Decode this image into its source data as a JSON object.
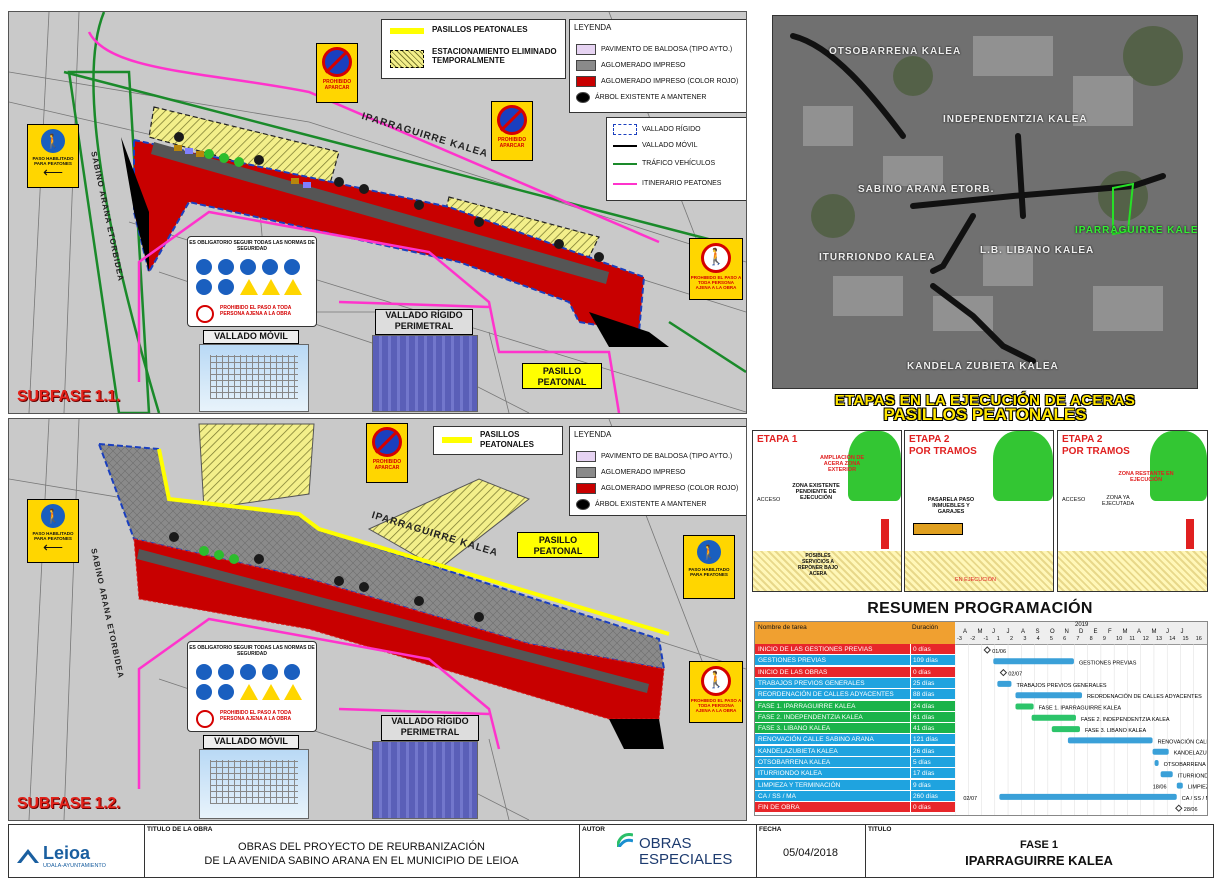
{
  "subfase1": {
    "title": "SUBFASE 1.1.",
    "legend_top": {
      "pasillos": "PASILLOS PEATONALES",
      "estacionamiento": "ESTACIONAMIENTO ELIMINADO TEMPORALMENTE"
    },
    "legend": {
      "title": "LEYENDA",
      "items": [
        "PAVIMENTO DE BALDOSA (TIPO AYTO.)",
        "AGLOMERADO IMPRESO",
        "AGLOMERADO IMPRESO (COLOR ROJO)",
        "ÁRBOL EXISTENTE A MANTENER"
      ]
    },
    "legend2": {
      "items": [
        "VALLADO RÍGIDO",
        "VALLADO MÓVIL",
        "TRÁFICO VEHÍCULOS",
        "ITINERARIO PEATONES"
      ]
    },
    "street_iparraguirre": "IPARRAGUIRRE KALEA",
    "street_sabino": "SABINO ARANA ETORBIDEA",
    "prohibido": "PROHIBIDO APARCAR",
    "paso": "PASO HABILITADO PARA PEATONES",
    "prohibido_paso": "PROHIBIDO EL PASO A TODA PERSONA AJENA A LA OBRA",
    "normas_title": "ES OBLIGATORIO SEGUIR TODAS LAS NORMAS DE SEGURIDAD",
    "normas_footer": "PROHIBIDO EL PASO A TODA PERSONA AJENA A LA OBRA",
    "vallado_movil": "VALLADO MÓVIL",
    "vallado_rigido": "VALLADO RÍGIDO PERIMETRAL",
    "pasillo": "PASILLO PEATONAL"
  },
  "subfase2": {
    "title": "SUBFASE 1.2.",
    "legend_top": {
      "pasillos": "PASILLOS PEATONALES"
    },
    "legend": {
      "title": "LEYENDA",
      "items": [
        "PAVIMENTO DE BALDOSA (TIPO AYTO.)",
        "AGLOMERADO IMPRESO",
        "AGLOMERADO IMPRESO (COLOR ROJO)",
        "ÁRBOL EXISTENTE A MANTENER"
      ]
    },
    "street_iparraguirre": "IPARRAGUIRRE KALEA",
    "street_sabino": "SABINO ARANA ETORBIDEA",
    "prohibido": "PROHIBIDO APARCAR",
    "paso": "PASO HABILITADO PARA PEATONES",
    "prohibido_paso": "PROHIBIDO EL PASO A TODA PERSONA AJENA A LA OBRA",
    "normas_title": "ES OBLIGATORIO SEGUIR TODAS LAS NORMAS DE SEGURIDAD",
    "normas_footer": "PROHIBIDO EL PASO A TODA PERSONA AJENA A LA OBRA",
    "vallado_movil": "VALLADO MÓVIL",
    "vallado_rigido": "VALLADO RÍGIDO PERIMETRAL",
    "pasillo": "PASILLO PEATONAL"
  },
  "map": {
    "streets": [
      "OTSOBARRENA KALEA",
      "INDEPENDENTZIA KALEA",
      "SABINO ARANA ETORB.",
      "IPARRAGUIRRE KALEA",
      "L.B. LIBANO KALEA",
      "ITURRIONDO KALEA",
      "KANDELA ZUBIETA KALEA"
    ]
  },
  "etapas": {
    "title1": "ETAPAS EN LA EJECUCIÓN DE ACERAS",
    "title2": "PASILLOS PEATONALES",
    "panels": [
      {
        "head": "ETAPA 1",
        "note1": "AMPLIACIÓN DE ACERA ZONA EXTERIOR",
        "note2": "ZONA EXISTENTE PENDIENTE DE EJECUCIÓN",
        "note3": "POSIBLES SERVICIOS A REPONER BAJO ACERA",
        "acceso": "ACCESO"
      },
      {
        "head": "ETAPA 2",
        "head2": "POR TRAMOS",
        "note1": "PASARELA PASO INMUEBLES Y GARAJES",
        "note2": "EN EJECUCIÓN"
      },
      {
        "head": "ETAPA 2",
        "head2": "POR TRAMOS",
        "note1": "ZONA RESTANTE EN EJECUCIÓN",
        "note2": "ZONA YA EJECUTADA",
        "acceso": "ACCESO"
      }
    ]
  },
  "resumen": {
    "title": "RESUMEN PROGRAMACIÓN",
    "col_task": "Nombre de tarea",
    "col_dur": "Duración",
    "year": "2019",
    "months": [
      "A",
      "M",
      "J",
      "J",
      "A",
      "S",
      "O",
      "N",
      "D",
      "E",
      "F",
      "M",
      "A",
      "M",
      "J",
      "J"
    ],
    "week_nums": [
      "-3",
      "-2",
      "-1",
      "1",
      "2",
      "3",
      "4",
      "5",
      "6",
      "7",
      "8",
      "9",
      "10",
      "11",
      "12",
      "13",
      "14",
      "15",
      "16"
    ],
    "rows": [
      {
        "name": "INICIO DE LAS GESTIONES PREVIAS",
        "dur": "0 días",
        "color": "#e8262a",
        "label": "01/06"
      },
      {
        "name": "GESTIONES PREVIAS",
        "dur": "109 días",
        "color": "#1fa3df",
        "label": "GESTIONES PREVIAS"
      },
      {
        "name": "INICIO DE LAS OBRAS",
        "dur": "0 días",
        "color": "#e8262a",
        "label": "02/07"
      },
      {
        "name": "TRABAJOS PREVIOS GENERALES",
        "dur": "25 días",
        "color": "#1fa3df",
        "label": "TRABAJOS PREVIOS GENERALES"
      },
      {
        "name": "REORDENACIÓN DE CALLES ADYACENTES",
        "dur": "88 días",
        "color": "#1fa3df",
        "label": "REORDENACIÓN DE CALLES ADYACENTES"
      },
      {
        "name": "FASE 1. IPARRAGUIRRE KALEA",
        "dur": "24 días",
        "color": "#1bb34a",
        "label": "FASE 1. IPARRAGUIRRE KALEA"
      },
      {
        "name": "FASE 2. INDEPENDENTZIA KALEA",
        "dur": "61 días",
        "color": "#1bb34a",
        "label": "FASE 2. INDEPENDENTZIA KALEA"
      },
      {
        "name": "FASE 3. LIBANO KALEA",
        "dur": "41 días",
        "color": "#1bb34a",
        "label": "FASE 3. LIBANO KALEA"
      },
      {
        "name": "RENOVACIÓN CALLE SABINO ARANA",
        "dur": "121 días",
        "color": "#1fa3df",
        "label": "RENOVACIÓN CALLE SABINO ARANA"
      },
      {
        "name": "KANDELAZUBIETA KALEA",
        "dur": "26 días",
        "color": "#1fa3df",
        "label": "KANDELAZUBIETA KALEA"
      },
      {
        "name": "OTSOBARRENA KALEA",
        "dur": "5 días",
        "color": "#1fa3df",
        "label": "OTSOBARRENA KALEA"
      },
      {
        "name": "ITURRIONDO KALEA",
        "dur": "17 días",
        "color": "#1fa3df",
        "label": "ITURRIONDO KALEA"
      },
      {
        "name": "LIMPIEZA Y TERMINACIÓN",
        "dur": "9 días",
        "color": "#1fa3df",
        "label": "LIMPIEZA Y TERM"
      },
      {
        "name": "CA / SS / MA",
        "dur": "260 días",
        "color": "#1fa3df",
        "label": "CA / SS / MA"
      },
      {
        "name": "FIN DE OBRA",
        "dur": "0 días",
        "color": "#e8262a",
        "label": "28/06"
      }
    ],
    "extra_labels": {
      "ca_start": "02/07",
      "limpieza_end": "18/06"
    }
  },
  "footer": {
    "logo_main": "Leioa",
    "logo_sub": "UDALA-AYUNTAMIENTO",
    "cap_titulo": "TITULO DE LA OBRA",
    "obra_line1": "OBRAS DEL PROYECTO DE REURBANIZACIÓN",
    "obra_line2": "DE LA AVENIDA SABINO ARANA EN EL MUNICIPIO DE LEIOA",
    "cap_autor": "AUTOR",
    "autor_line1": "OBRAS",
    "autor_line2": "ESPECIALES",
    "cap_fecha": "FECHA",
    "fecha": "05/04/2018",
    "cap_titulo2": "TITULO",
    "fase": "FASE 1",
    "calle": "IPARRAGUIRRE KALEA"
  },
  "colors": {
    "red": "#c80000",
    "yellow": "#ffff00",
    "green": "#1a8a2a",
    "magenta": "#ff33cc",
    "blue": "#1a3fbf"
  }
}
